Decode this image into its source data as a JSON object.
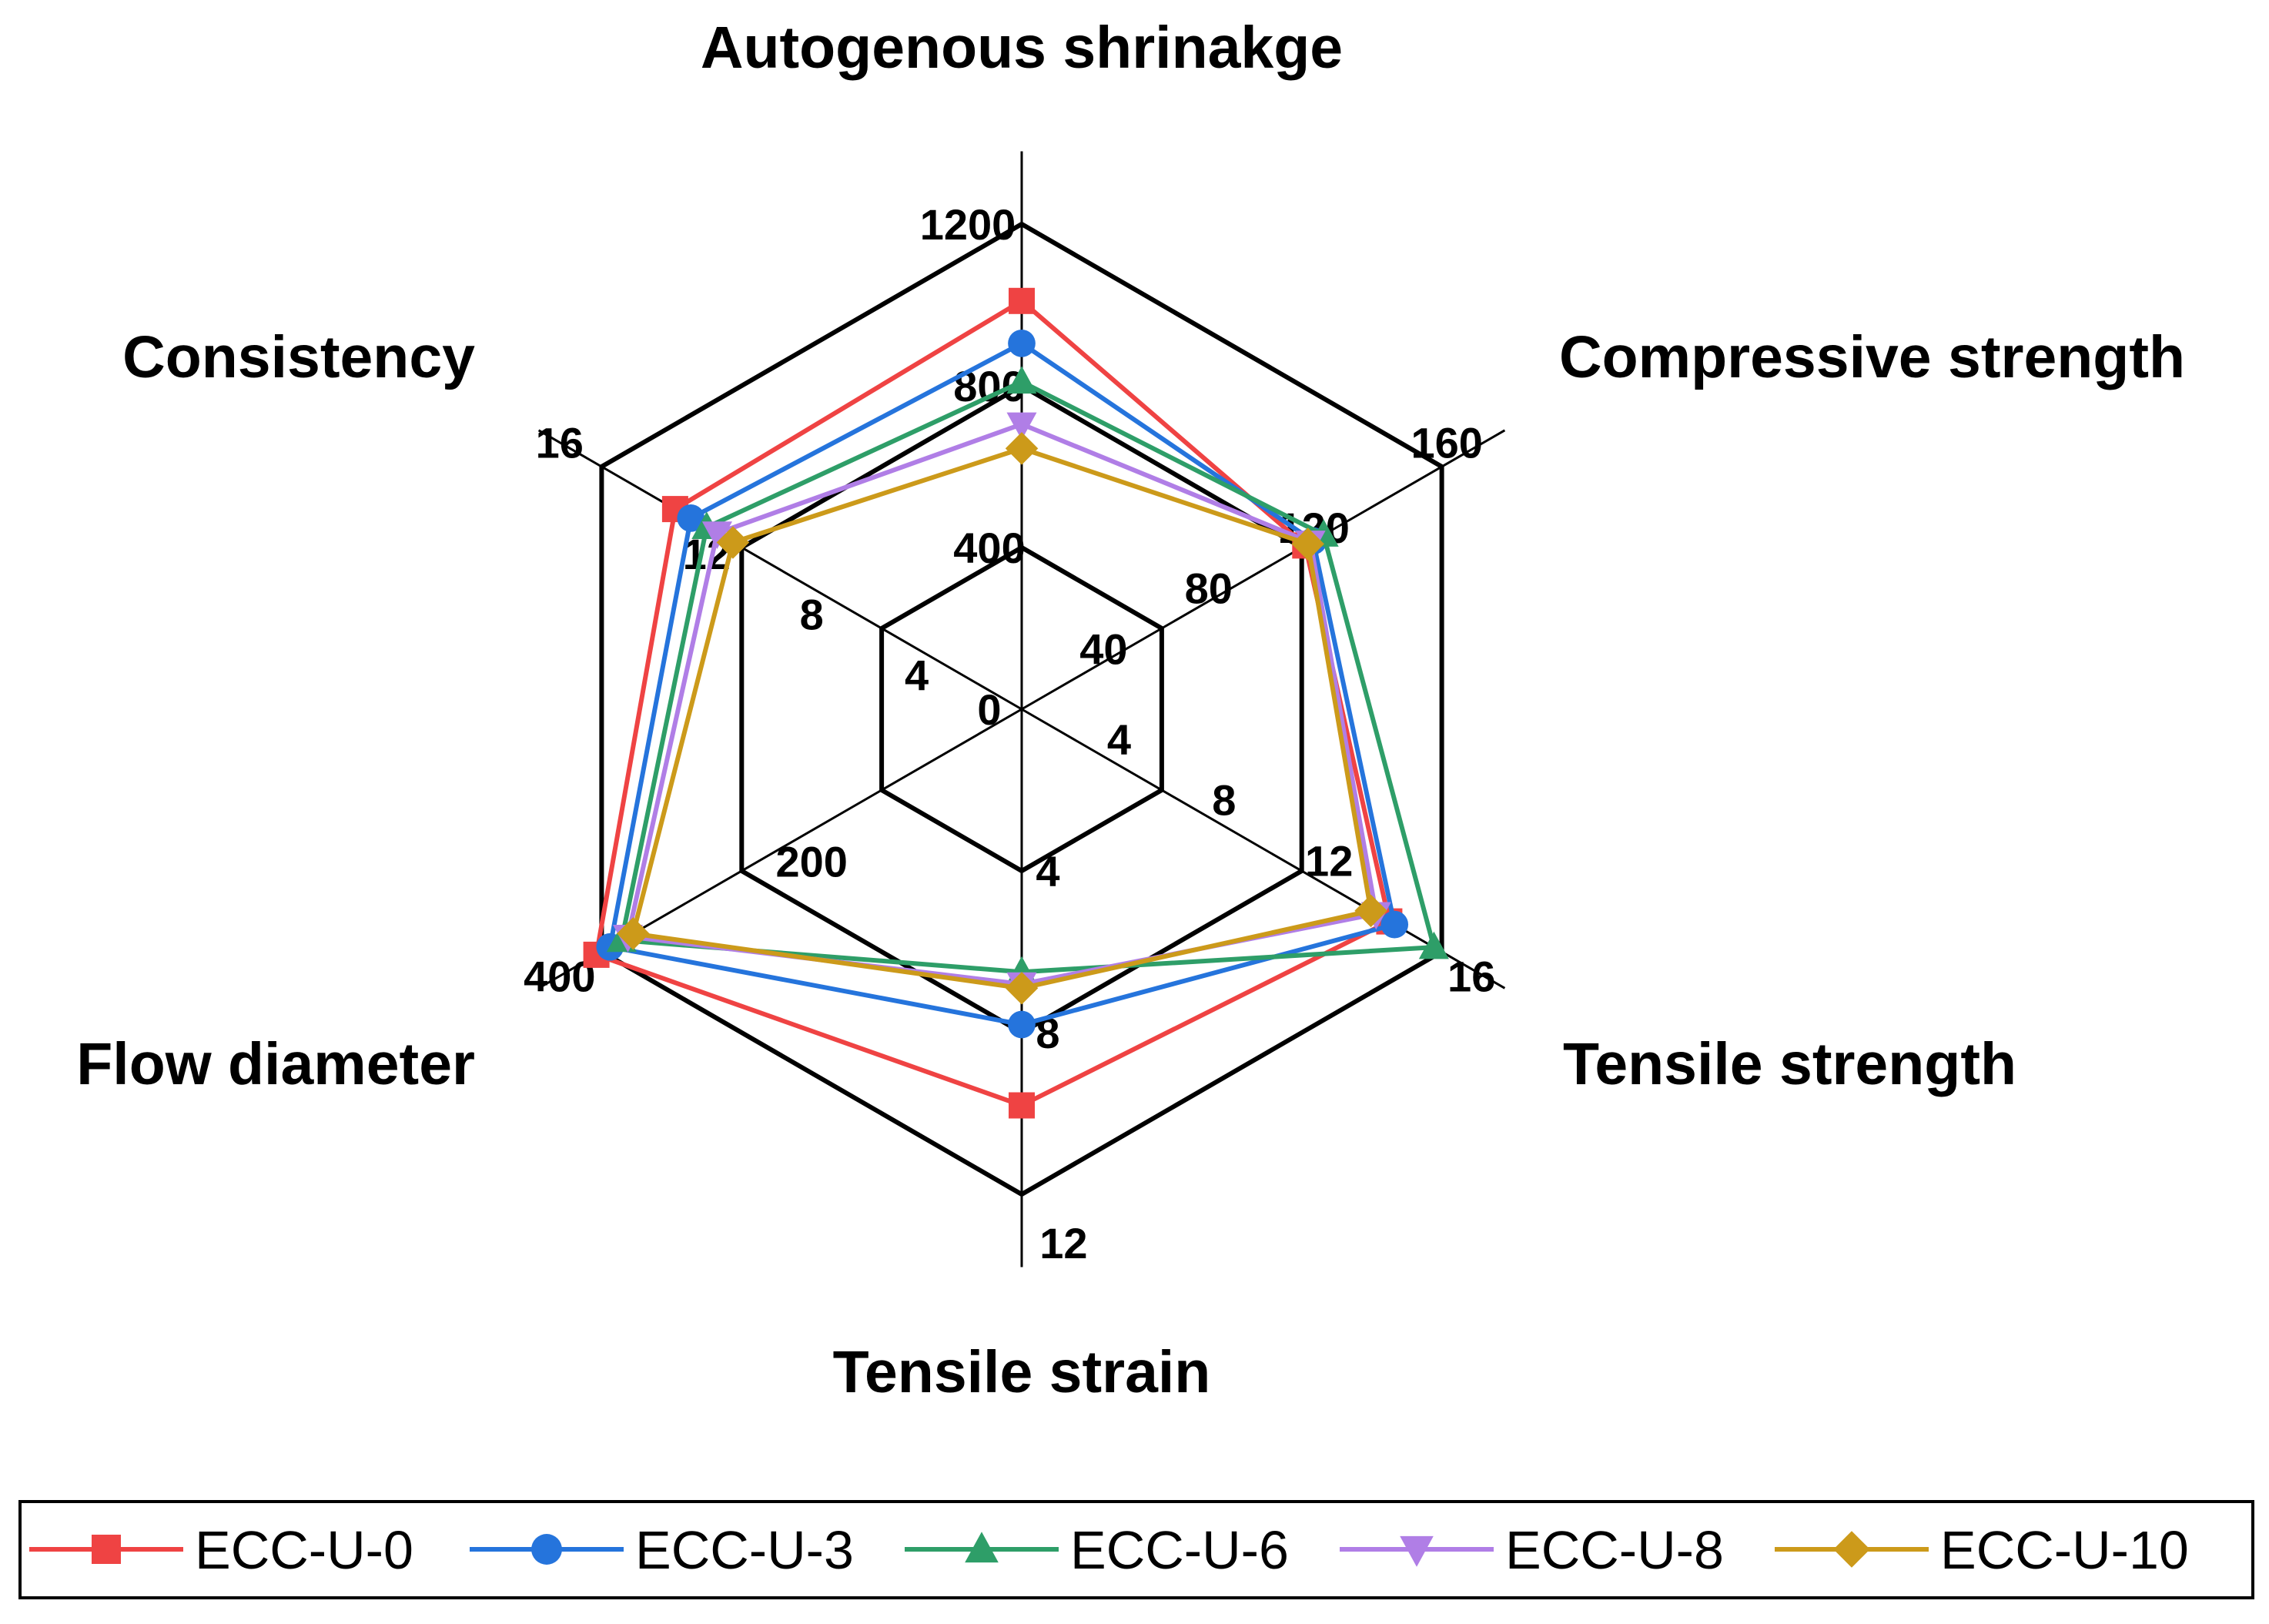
{
  "chart_data": {
    "type": "radar",
    "axes": [
      {
        "label": "Autogenous shrinakge",
        "max": 1200,
        "ticks": [
          "0",
          "400",
          "800",
          "1200"
        ]
      },
      {
        "label": "Compressive strength",
        "max": 160,
        "ticks": [
          "40",
          "80",
          "120",
          "160"
        ]
      },
      {
        "label": "Tensile strength",
        "max": 16,
        "ticks": [
          "4",
          "8",
          "12",
          "16"
        ]
      },
      {
        "label": "Tensile strain",
        "max": 12,
        "ticks": [
          "4",
          "8",
          "12"
        ]
      },
      {
        "label": "Flow diameter",
        "max": 400,
        "ticks": [
          "200",
          "400"
        ]
      },
      {
        "label": "Consistency",
        "max": 16,
        "ticks": [
          "4",
          "8",
          "12",
          "16"
        ]
      }
    ],
    "series": [
      {
        "name": "ECC-U-0",
        "color": "#ef4343",
        "marker": "square",
        "values": [
          1010,
          108,
          14.0,
          9.8,
          405,
          13.2
        ]
      },
      {
        "name": "ECC-U-3",
        "color": "#2574dc",
        "marker": "circle",
        "values": [
          905,
          111,
          14.2,
          7.8,
          392,
          12.6
        ]
      },
      {
        "name": "ECC-U-6",
        "color": "#2e9e68",
        "marker": "triangle-up",
        "values": [
          810,
          115,
          15.7,
          6.5,
          381,
          12.0
        ]
      },
      {
        "name": "ECC-U-8",
        "color": "#b07ee6",
        "marker": "triangle-down",
        "values": [
          705,
          110,
          13.5,
          6.8,
          375,
          11.6
        ]
      },
      {
        "name": "ECC-U-10",
        "color": "#cc9a1a",
        "marker": "diamond",
        "values": [
          645,
          109,
          13.3,
          6.9,
          370,
          11.0
        ]
      }
    ],
    "grid_levels": 3,
    "legend_position": "bottom"
  }
}
